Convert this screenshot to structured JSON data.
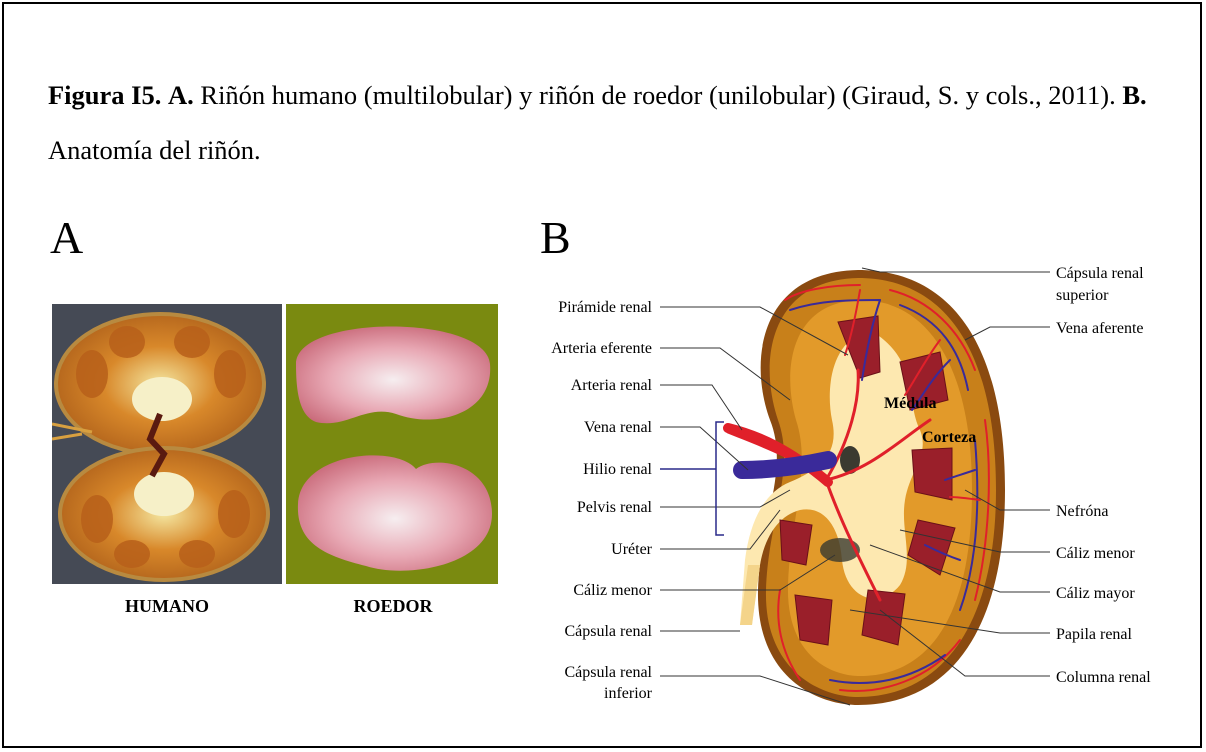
{
  "caption": {
    "figure_label": "Figura I5.",
    "part_a": "A.",
    "text_a": " Riñón humano (multilobular) y riñón de roedor (unilobular) (Giraud, S. y cols., 2011). ",
    "part_b": "B.",
    "text_b": " Anatomía del riñón."
  },
  "panel_a": {
    "letter": "A",
    "human_label": "HUMANO",
    "rodent_label": "ROEDOR"
  },
  "panel_b": {
    "letter": "B",
    "inner_labels": {
      "medula": "Médula",
      "corteza": "Corteza"
    },
    "left_labels": {
      "piramide": "Pirámide renal",
      "arteria_eferente": "Arteria eferente",
      "arteria_renal": "Arteria renal",
      "vena_renal": "Vena renal",
      "hilio": "Hilio renal",
      "pelvis": "Pelvis renal",
      "ureter": "Uréter",
      "caliz_menor": "Cáliz menor",
      "capsula": "Cápsula renal",
      "capsula_inferior_1": "Cápsula renal",
      "capsula_inferior_2": "inferior"
    },
    "right_labels": {
      "capsula_superior_1": "Cápsula renal",
      "capsula_superior_2": "superior",
      "vena_aferente": "Vena aferente",
      "nefrona": "Nefróna",
      "caliz_menor": "Cáliz menor",
      "caliz_mayor": "Cáliz mayor",
      "papila": "Papila renal",
      "columna": "Columna renal"
    }
  },
  "colors": {
    "cortex": "#c8801a",
    "medulla_area": "#e8c070",
    "pyramid": "#9a1f2a",
    "pelvis": "#fde8b0",
    "artery": "#e0202a",
    "vein": "#3a2a9a",
    "olive_bg": "#7a8a10"
  }
}
